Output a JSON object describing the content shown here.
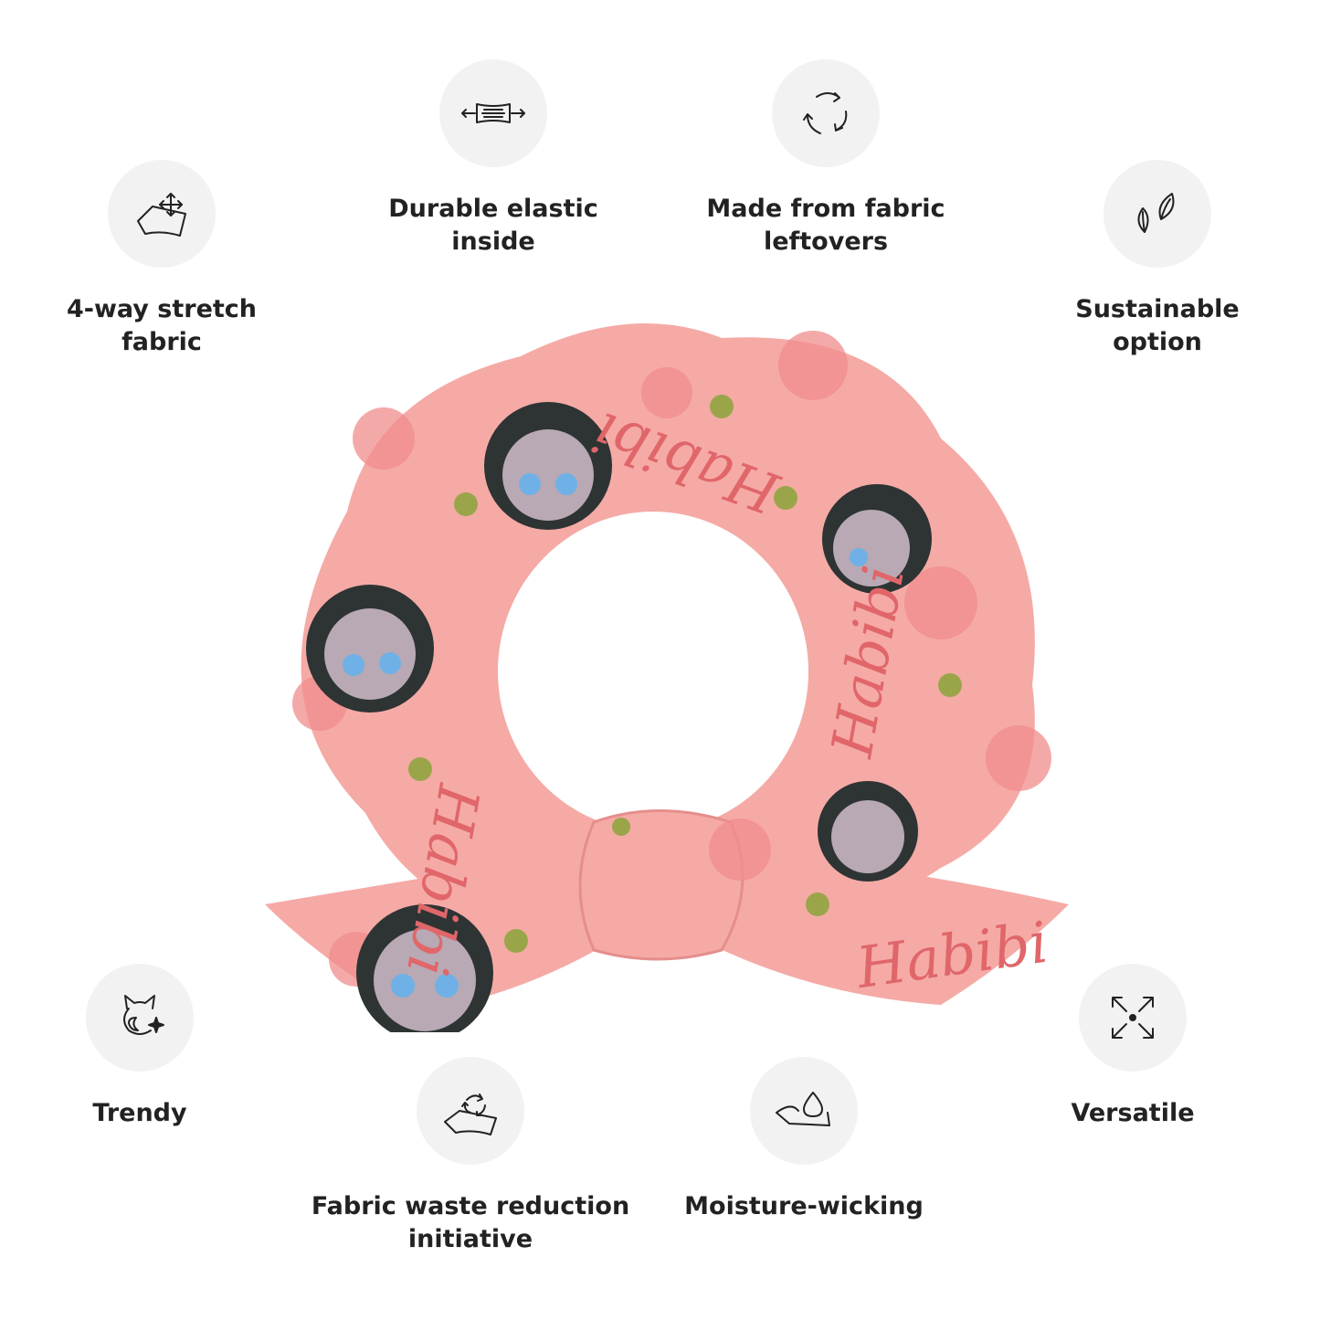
{
  "features": [
    {
      "id": "stretch",
      "label": "4-way stretch\nfabric",
      "icon": "stretch-fabric-icon"
    },
    {
      "id": "elastic",
      "label": "Durable elastic\ninside",
      "icon": "elastic-icon"
    },
    {
      "id": "leftovers",
      "label": "Made from fabric\nleftovers",
      "icon": "recycle-icon"
    },
    {
      "id": "sustainable",
      "label": "Sustainable\noption",
      "icon": "leaf-icon"
    },
    {
      "id": "trendy",
      "label": "Trendy",
      "icon": "cat-sparkle-icon"
    },
    {
      "id": "waste",
      "label": "Fabric waste reduction\ninitiative",
      "icon": "recycle-fabric-icon"
    },
    {
      "id": "moisture",
      "label": "Moisture-wicking",
      "icon": "water-drop-fabric-icon"
    },
    {
      "id": "versatile",
      "label": "Versatile",
      "icon": "expand-arrows-icon"
    }
  ],
  "product": {
    "pattern_text": "Habibi",
    "colors": {
      "base": "#f5aaa6",
      "flower": "#f08c8c",
      "star": "#9aa54a",
      "ink": "#e0666a",
      "cat_face": "#b8a9b4",
      "cat_hood": "#2e3433"
    }
  }
}
